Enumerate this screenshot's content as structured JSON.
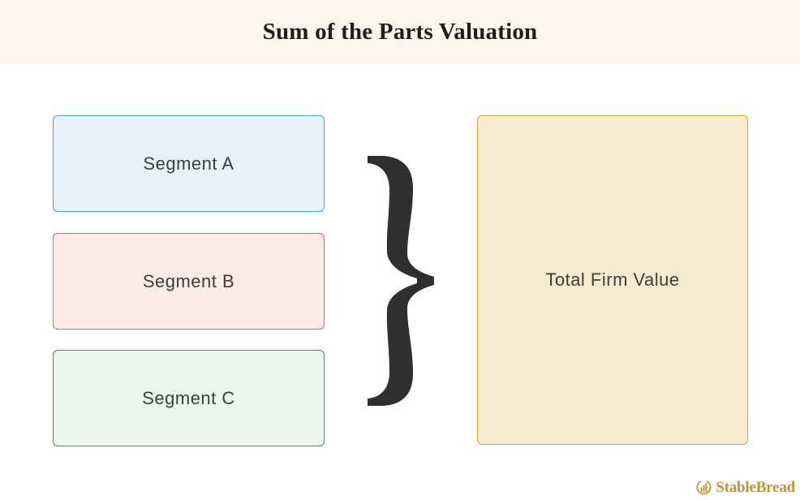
{
  "header": {
    "title": "Sum of the Parts Valuation",
    "banner_bg": "#fbf6eb"
  },
  "diagram": {
    "segments": [
      {
        "label": "Segment A",
        "fill": "#e8f2fa",
        "border": "#41a0e2"
      },
      {
        "label": "Segment B",
        "fill": "#fcebe8",
        "border": "#e3625d"
      },
      {
        "label": "Segment C",
        "fill": "#e9f7ef",
        "border": "#2e9e5b"
      }
    ],
    "brace_glyph": "}",
    "brace_color": "#2f2f2f",
    "total": {
      "label": "Total Firm Value",
      "fill": "#f6ebd1",
      "border": "#e0a32e"
    }
  },
  "footer": {
    "brand": "StableBread",
    "brand_color": "#c9922d"
  }
}
